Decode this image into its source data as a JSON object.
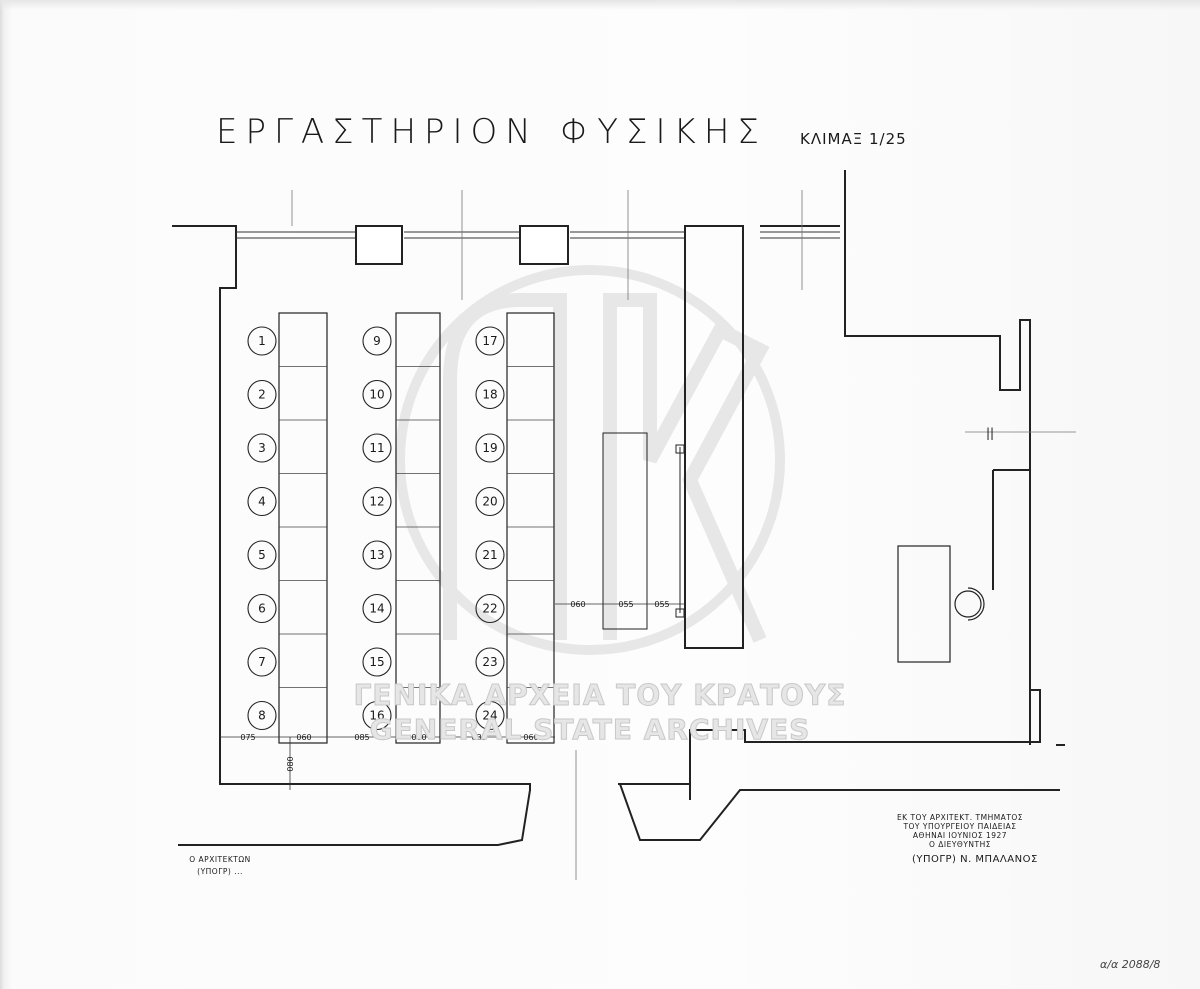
{
  "drawing": {
    "title_left": "ΕΡΓΑΣΤΗΡΙΟΝ",
    "title_right": "ΦΥΣΙΚΗΣ",
    "scale": "ΚΛΙΜΑΞ 1/25"
  },
  "seats": [
    {
      "col": 0,
      "label": "1"
    },
    {
      "col": 0,
      "label": "2"
    },
    {
      "col": 0,
      "label": "3"
    },
    {
      "col": 0,
      "label": "4"
    },
    {
      "col": 0,
      "label": "5"
    },
    {
      "col": 0,
      "label": "6"
    },
    {
      "col": 0,
      "label": "7"
    },
    {
      "col": 0,
      "label": "8"
    },
    {
      "col": 1,
      "label": "9"
    },
    {
      "col": 1,
      "label": "10"
    },
    {
      "col": 1,
      "label": "11"
    },
    {
      "col": 1,
      "label": "12"
    },
    {
      "col": 1,
      "label": "13"
    },
    {
      "col": 1,
      "label": "14"
    },
    {
      "col": 1,
      "label": "15"
    },
    {
      "col": 1,
      "label": "16"
    },
    {
      "col": 2,
      "label": "17"
    },
    {
      "col": 2,
      "label": "18"
    },
    {
      "col": 2,
      "label": "19"
    },
    {
      "col": 2,
      "label": "20"
    },
    {
      "col": 2,
      "label": "21"
    },
    {
      "col": 2,
      "label": "22"
    },
    {
      "col": 2,
      "label": "23"
    },
    {
      "col": 2,
      "label": "24"
    }
  ],
  "dimensions": {
    "bottom_row": [
      "075",
      "060",
      "085",
      "060",
      "085",
      "060"
    ],
    "vertical": "080",
    "middle_row": [
      "060",
      "055",
      "055"
    ]
  },
  "notes": {
    "office_lines": [
      "ΕΚ ΤΟΥ ΑΡΧΙΤΕΚΤ. ΤΜΗΜΑΤΟΣ",
      "ΤΟΥ ΥΠΟΥΡΓΕΙΟΥ ΠΑΙΔΕΙΑΣ",
      "ΑΘΗΝΑΙ ΙΟΥΝΙΟΣ 1927",
      "Ο ΔΙΕΥΘΥΝΤΗΣ"
    ],
    "director_signature": "(ΥΠΟΓΡ) Ν. ΜΠΑΛΑΝΟΣ",
    "architect_lines": [
      "Ο ΑΡΧΙΤΕΚΤΩΝ",
      "(ΥΠΟΓΡ) ..."
    ]
  },
  "watermark": {
    "line1": "ΓΕΝΙΚΑ ΑΡΧΕΙΑ ΤΟΥ ΚΡΑΤΟΥΣ",
    "line2": "GENERAL STATE ARCHIVES"
  },
  "archive_ref": "α/α 2088/8"
}
